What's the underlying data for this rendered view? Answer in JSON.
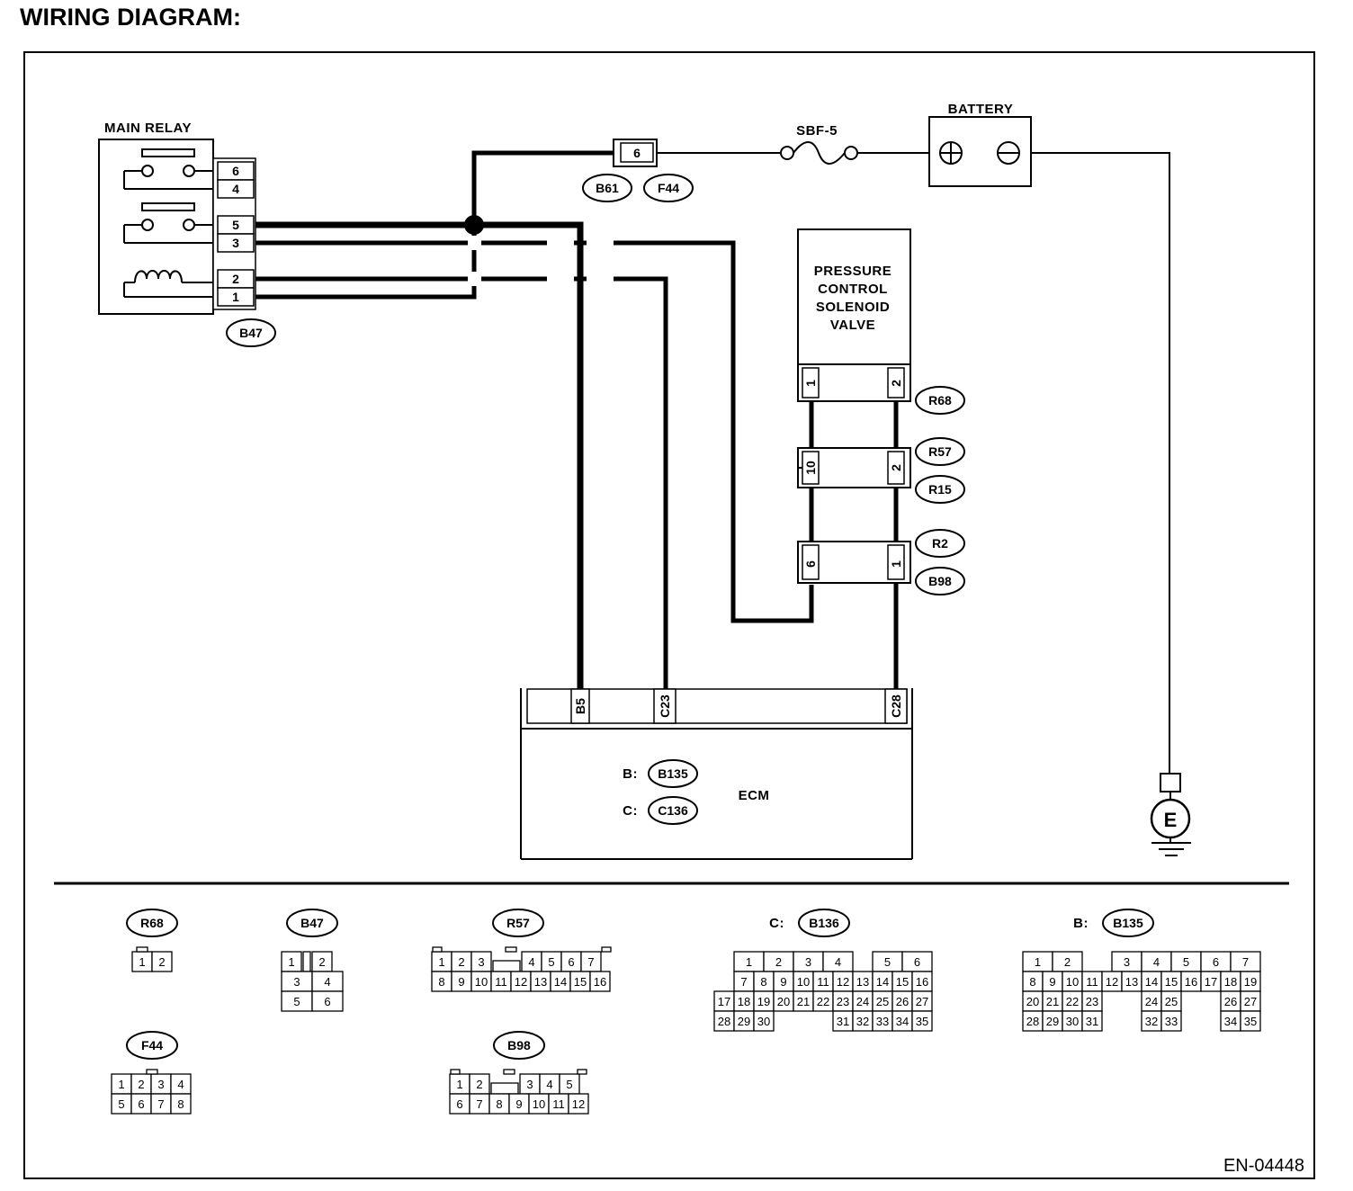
{
  "title": "WIRING DIAGRAM:",
  "diagram_code": "EN-04448",
  "main_relay": {
    "label": "MAIN RELAY",
    "connector": "B47",
    "pins": [
      "6",
      "4",
      "5",
      "3",
      "2",
      "1"
    ]
  },
  "joint_connector": {
    "pin": "6",
    "connectors": [
      "B61",
      "F44"
    ]
  },
  "fuse": {
    "label": "SBF-5"
  },
  "battery": {
    "label": "BATTERY"
  },
  "solenoid": {
    "label_lines": [
      "PRESSURE",
      "CONTROL",
      "SOLENOID",
      "VALVE"
    ],
    "connector": "R68",
    "pins": [
      "1",
      "2"
    ]
  },
  "harness_connectors": [
    {
      "pins": [
        "10",
        "2"
      ],
      "connectors": [
        "R57",
        "R15"
      ]
    },
    {
      "pins": [
        "6",
        "1"
      ],
      "connectors": [
        "R2",
        "B98"
      ]
    }
  ],
  "ecm": {
    "label": "ECM",
    "pins": [
      "B5",
      "C23",
      "C28"
    ],
    "connectors": [
      {
        "prefix": "B:",
        "name": "B135"
      },
      {
        "prefix": "C:",
        "name": "C136"
      }
    ]
  },
  "ground": {
    "label": "E"
  },
  "connector_views": [
    {
      "name": "R68",
      "prefix": "",
      "rows": [
        [
          "1",
          "2"
        ]
      ]
    },
    {
      "name": "B47",
      "prefix": "",
      "rows": [
        [
          "1",
          "",
          "2"
        ],
        [
          "3",
          "4"
        ],
        [
          "5",
          "6"
        ]
      ]
    },
    {
      "name": "R57",
      "prefix": "",
      "rows": [
        [
          "1",
          "2",
          "3",
          "",
          "4",
          "5",
          "6",
          "7"
        ],
        [
          "8",
          "9",
          "10",
          "11",
          "12",
          "13",
          "14",
          "15",
          "16"
        ]
      ]
    },
    {
      "name": "B136",
      "prefix": "C:",
      "rows": [
        [
          "1",
          "2",
          "3",
          "4",
          "",
          "5",
          "6"
        ],
        [
          "7",
          "8",
          "9",
          "10",
          "11",
          "12",
          "13",
          "14",
          "15",
          "16"
        ],
        [
          "17",
          "18",
          "19",
          "20",
          "21",
          "22",
          "23",
          "24",
          "25",
          "26",
          "27"
        ],
        [
          "28",
          "29",
          "30",
          "",
          "31",
          "32",
          "33",
          "34",
          "35"
        ]
      ]
    },
    {
      "name": "B135",
      "prefix": "B:",
      "rows": [
        [
          "1",
          "2",
          "",
          "3",
          "4",
          "5",
          "6",
          "7"
        ],
        [
          "8",
          "9",
          "10",
          "11",
          "12",
          "13",
          "14",
          "15",
          "16",
          "17",
          "18",
          "19"
        ],
        [
          "20",
          "21",
          "22",
          "23",
          "",
          "24",
          "25",
          "",
          "26",
          "27"
        ],
        [
          "28",
          "29",
          "30",
          "31",
          "",
          "32",
          "33",
          "",
          "34",
          "35"
        ]
      ]
    },
    {
      "name": "F44",
      "prefix": "",
      "rows": [
        [
          "1",
          "2",
          "3",
          "4"
        ],
        [
          "5",
          "6",
          "7",
          "8"
        ]
      ]
    },
    {
      "name": "B98",
      "prefix": "",
      "rows": [
        [
          "1",
          "2",
          "",
          "3",
          "4",
          "5"
        ],
        [
          "6",
          "7",
          "8",
          "9",
          "10",
          "11",
          "12"
        ]
      ]
    }
  ]
}
